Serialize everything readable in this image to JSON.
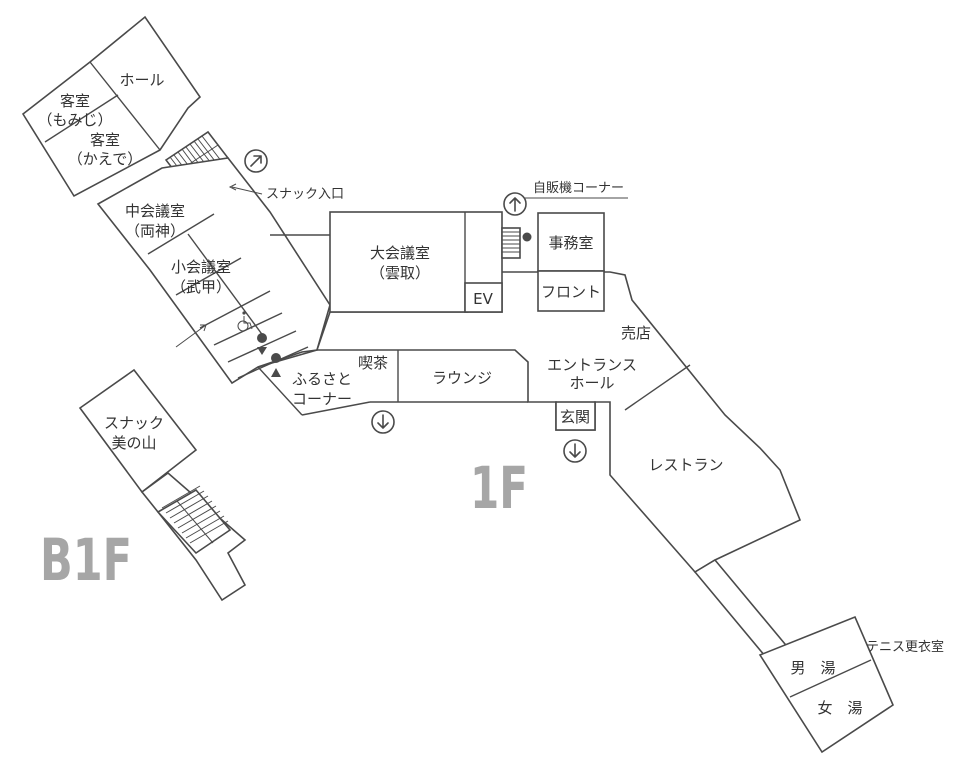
{
  "floors": {
    "first": "1F",
    "basement": "B1F"
  },
  "rooms": {
    "hall": "ホール",
    "guest_momiji_1": "客室",
    "guest_momiji_2": "（もみじ）",
    "guest_kaede_1": "客室",
    "guest_kaede_2": "（かえで）",
    "chu_kaigi_1": "中会議室",
    "chu_kaigi_2": "（両神）",
    "sho_kaigi_1": "小会議室",
    "sho_kaigi_2": "（武甲）",
    "dai_kaigi_1": "大会議室",
    "dai_kaigi_2": "（雲取）",
    "ev": "EV",
    "jimu": "事務室",
    "front": "フロント",
    "baiten": "売店",
    "entrance_1": "エントランス",
    "entrance_2": "ホール",
    "kissa": "喫茶",
    "lounge": "ラウンジ",
    "furusato_1": "ふるさと",
    "furusato_2": "コーナー",
    "genkan": "玄関",
    "restaurant": "レストラン",
    "otoko": "男　湯",
    "onna": "女　湯",
    "tennis": "テニス更衣室",
    "snack_1": "スナック",
    "snack_2": "美の山"
  },
  "annotations": {
    "snack_entrance": "スナック入口",
    "vending": "自販機コーナー"
  },
  "icons": [
    "arrow-up-right-icon",
    "arrow-up-icon",
    "arrow-down-icon",
    "wheelchair-icon",
    "restroom-icon"
  ],
  "colors": {
    "wall": "#4a4a4a",
    "floor_label": "#a6a6a6",
    "text": "#333333"
  }
}
